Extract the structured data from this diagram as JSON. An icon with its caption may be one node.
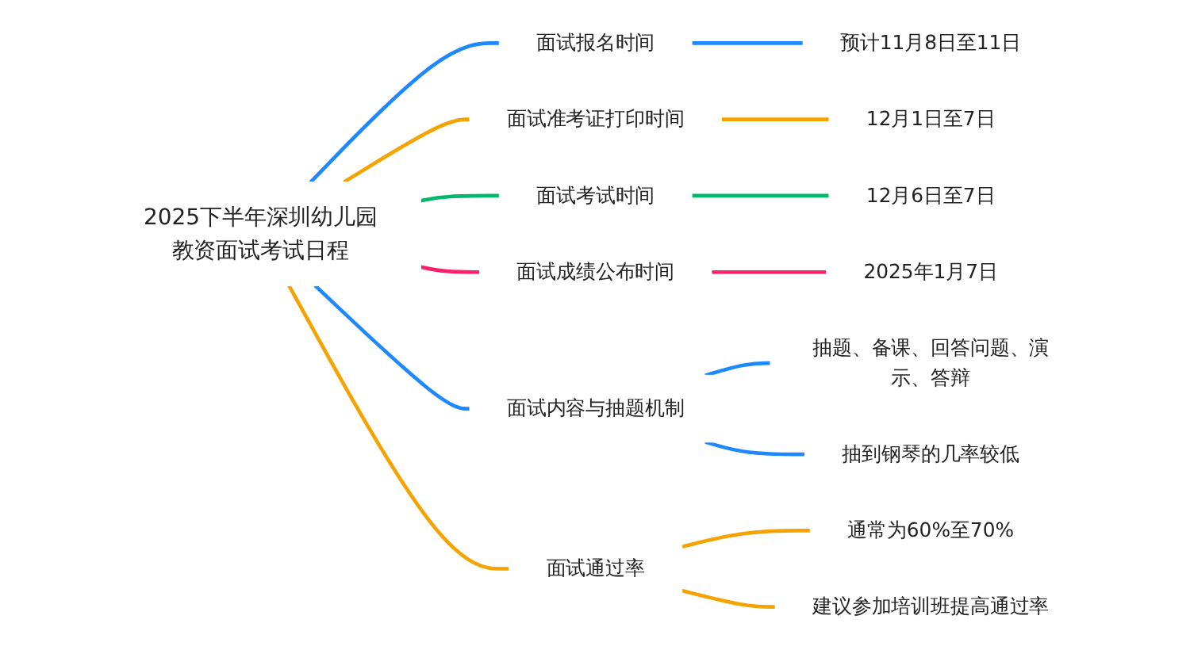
{
  "diagram": {
    "nodes": [
      {
        "text": [
          "2025下半年深圳幼儿园教资面试考试日程"
        ]
      },
      {
        "text": [
          "面试报名时间"
        ]
      },
      {
        "text": [
          "预计11月8日至11日"
        ]
      },
      {
        "text": [
          "面试准考证打印时间"
        ]
      },
      {
        "text": [
          "12月1日至7日"
        ]
      },
      {
        "text": [
          "面试考试时间"
        ]
      },
      {
        "text": [
          "12月6日至7日"
        ]
      },
      {
        "text": [
          "面试成绩公布时间"
        ]
      },
      {
        "text": [
          "2025年1月7日"
        ]
      },
      {
        "text": [
          "面试内容与抽题机制"
        ]
      },
      {
        "text": [
          "抽题、备课、回答问题、演示、答辩"
        ]
      },
      {
        "text": [
          "抽到钢琴的几率较低"
        ]
      },
      {
        "text": [
          "面试通过率"
        ]
      },
      {
        "text": [
          "通常为60%至70%"
        ]
      },
      {
        "text": [
          "建议参加培训班提高通过率"
        ]
      }
    ],
    "edges": [
      {
        "from": 0,
        "to": 1,
        "arrow": "none",
        "color": "#1e88ff"
      },
      {
        "from": 1,
        "to": 2,
        "arrow": "none",
        "color": "#1e88ff"
      },
      {
        "from": 0,
        "to": 3,
        "arrow": "none",
        "color": "#f5a300"
      },
      {
        "from": 3,
        "to": 4,
        "arrow": "none",
        "color": "#f5a300"
      },
      {
        "from": 0,
        "to": 5,
        "arrow": "none",
        "color": "#00b86b"
      },
      {
        "from": 5,
        "to": 6,
        "arrow": "none",
        "color": "#00b86b"
      },
      {
        "from": 0,
        "to": 7,
        "arrow": "none",
        "color": "#ff1f6b"
      },
      {
        "from": 7,
        "to": 8,
        "arrow": "none",
        "color": "#ff1f6b"
      },
      {
        "from": 0,
        "to": 9,
        "arrow": "none",
        "color": "#1e88ff"
      },
      {
        "from": 9,
        "to": 10,
        "arrow": "none",
        "color": "#1e88ff"
      },
      {
        "from": 9,
        "to": 11,
        "arrow": "none",
        "color": "#1e88ff"
      },
      {
        "from": 0,
        "to": 12,
        "arrow": "none",
        "color": "#f5a300"
      },
      {
        "from": 12,
        "to": 13,
        "arrow": "none",
        "color": "#f5a300"
      },
      {
        "from": 12,
        "to": 14,
        "arrow": "none",
        "color": "#f5a300"
      }
    ]
  }
}
